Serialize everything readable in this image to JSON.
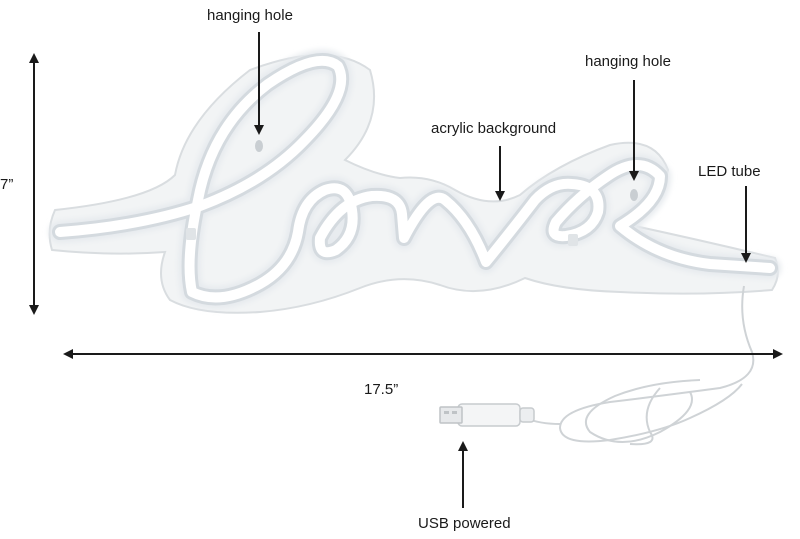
{
  "callouts": {
    "hanging_hole_left": "hanging hole",
    "hanging_hole_right": "hanging hole",
    "acrylic_background": "acrylic background",
    "led_tube": "LED tube",
    "usb_powered": "USB powered"
  },
  "dimensions": {
    "height": "7”",
    "width": "17.5”"
  },
  "sign_word": "love",
  "colors": {
    "line": "#1a1a1a",
    "neon_glow": "#ecf0f3",
    "neon_core": "#ffffff",
    "acrylic": "#f2f4f5",
    "acrylic_edge": "#d9dde0",
    "cable": "#cfd3d6"
  }
}
